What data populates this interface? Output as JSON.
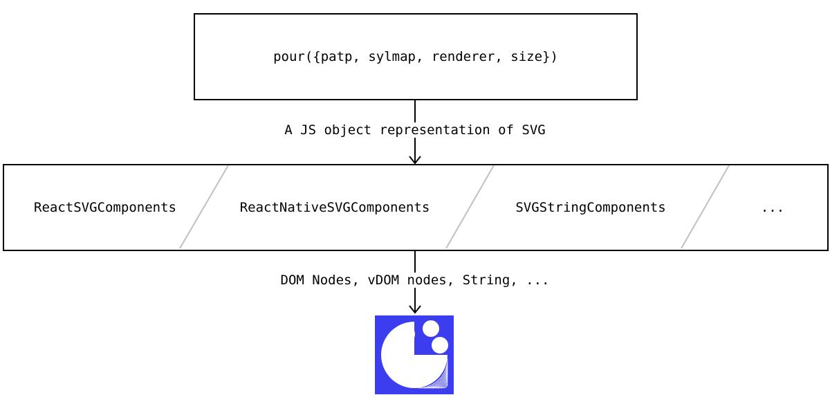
{
  "diagram": {
    "top_box": {
      "text": "pour({patp, sylmap, renderer, size})"
    },
    "edge_1": {
      "label": "A JS object representation of SVG"
    },
    "renderers": [
      {
        "label": "ReactSVGComponents"
      },
      {
        "label": "ReactNativeSVGComponents"
      },
      {
        "label": "SVGStringComponents"
      },
      {
        "label": "..."
      }
    ],
    "edge_2": {
      "label": "DOM Nodes, vDOM nodes, String, ..."
    },
    "output_logo": {
      "icon": "sigil-logo-icon",
      "background_color": "#3d3df0",
      "foreground_color": "#ffffff"
    }
  }
}
